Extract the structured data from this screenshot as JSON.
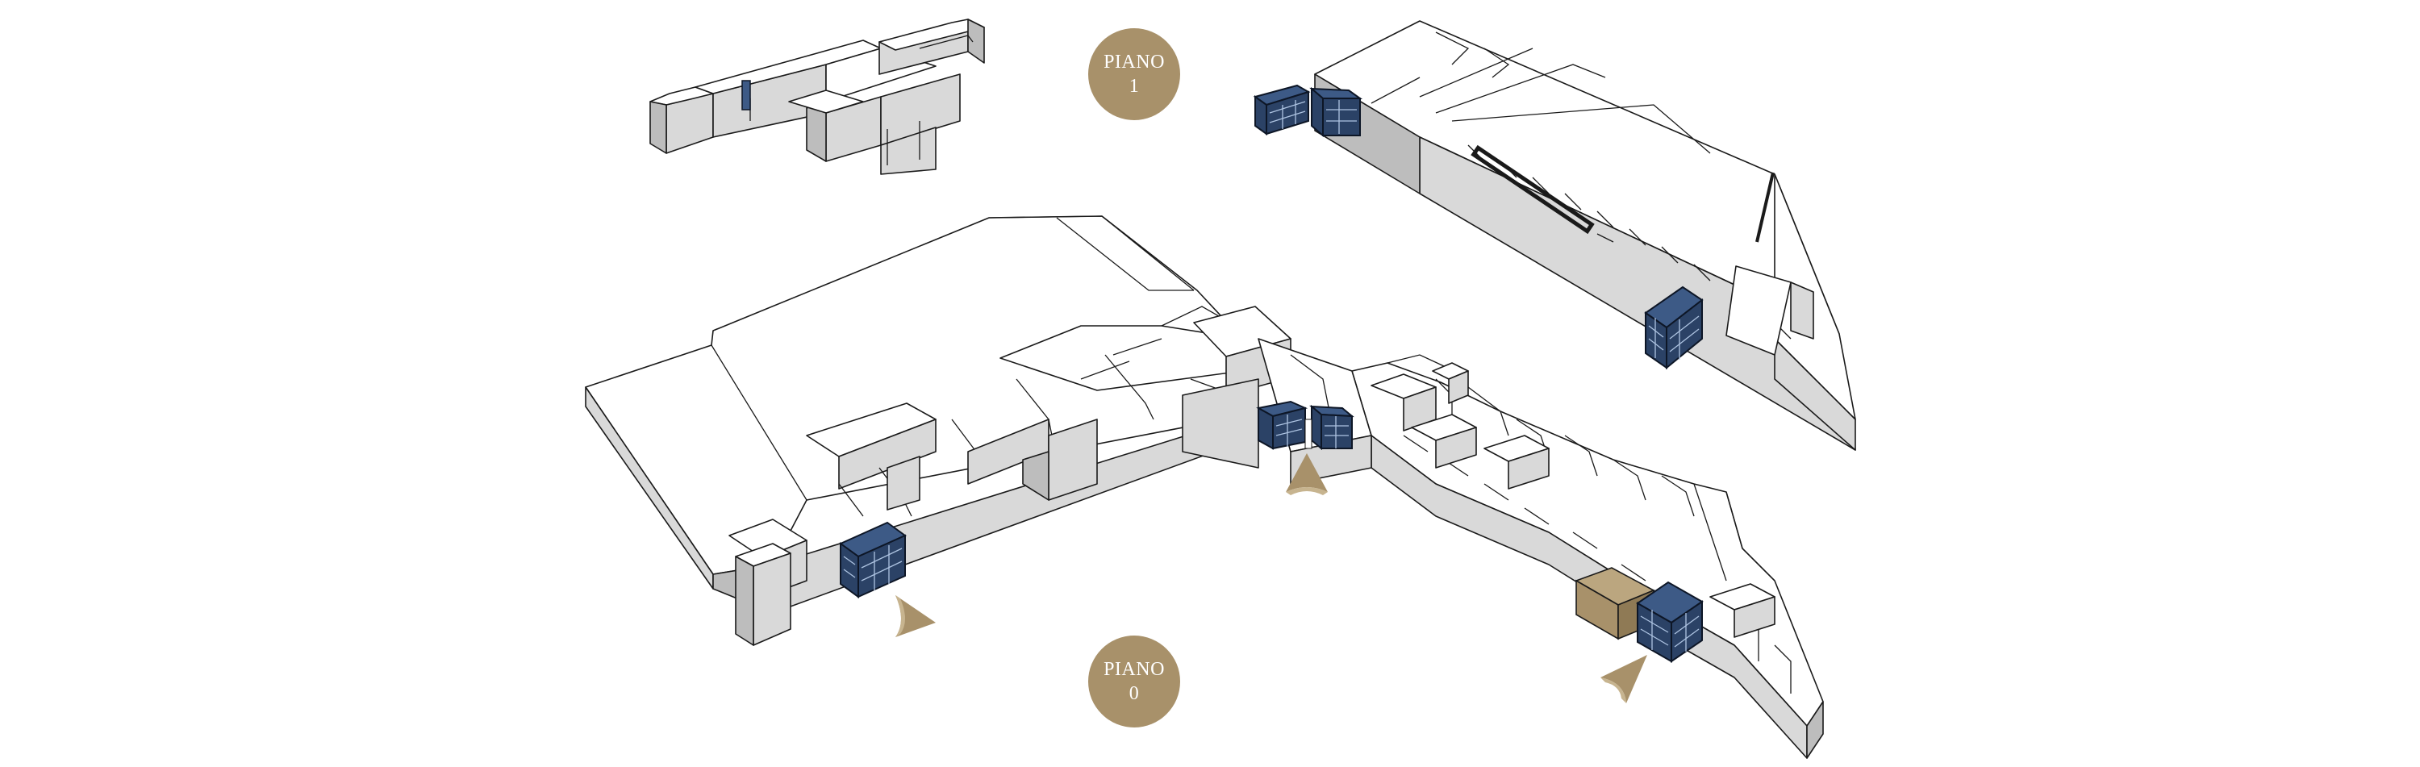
{
  "floors": {
    "upper": {
      "label": "PIANO",
      "number": "1"
    },
    "ground": {
      "label": "PIANO",
      "number": "0"
    }
  },
  "colors": {
    "accent": "#a8916a",
    "building_top": "#ffffff",
    "building_side": "#d9d9d9",
    "glass": "#3d5a86",
    "outline": "#1a1a1a"
  },
  "icons": {
    "entrance": "entrance-arrow-icon",
    "atrium": "glass-atrium-icon"
  }
}
